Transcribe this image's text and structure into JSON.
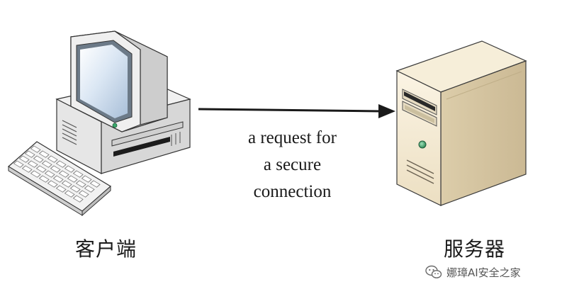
{
  "diagram": {
    "arrow_label_lines": [
      "a request for",
      "a secure",
      "connection"
    ],
    "client_caption": "客户端",
    "server_caption": "服务器"
  },
  "watermark": {
    "text": "娜璋AI安全之家",
    "icon": "wechat-icon"
  }
}
